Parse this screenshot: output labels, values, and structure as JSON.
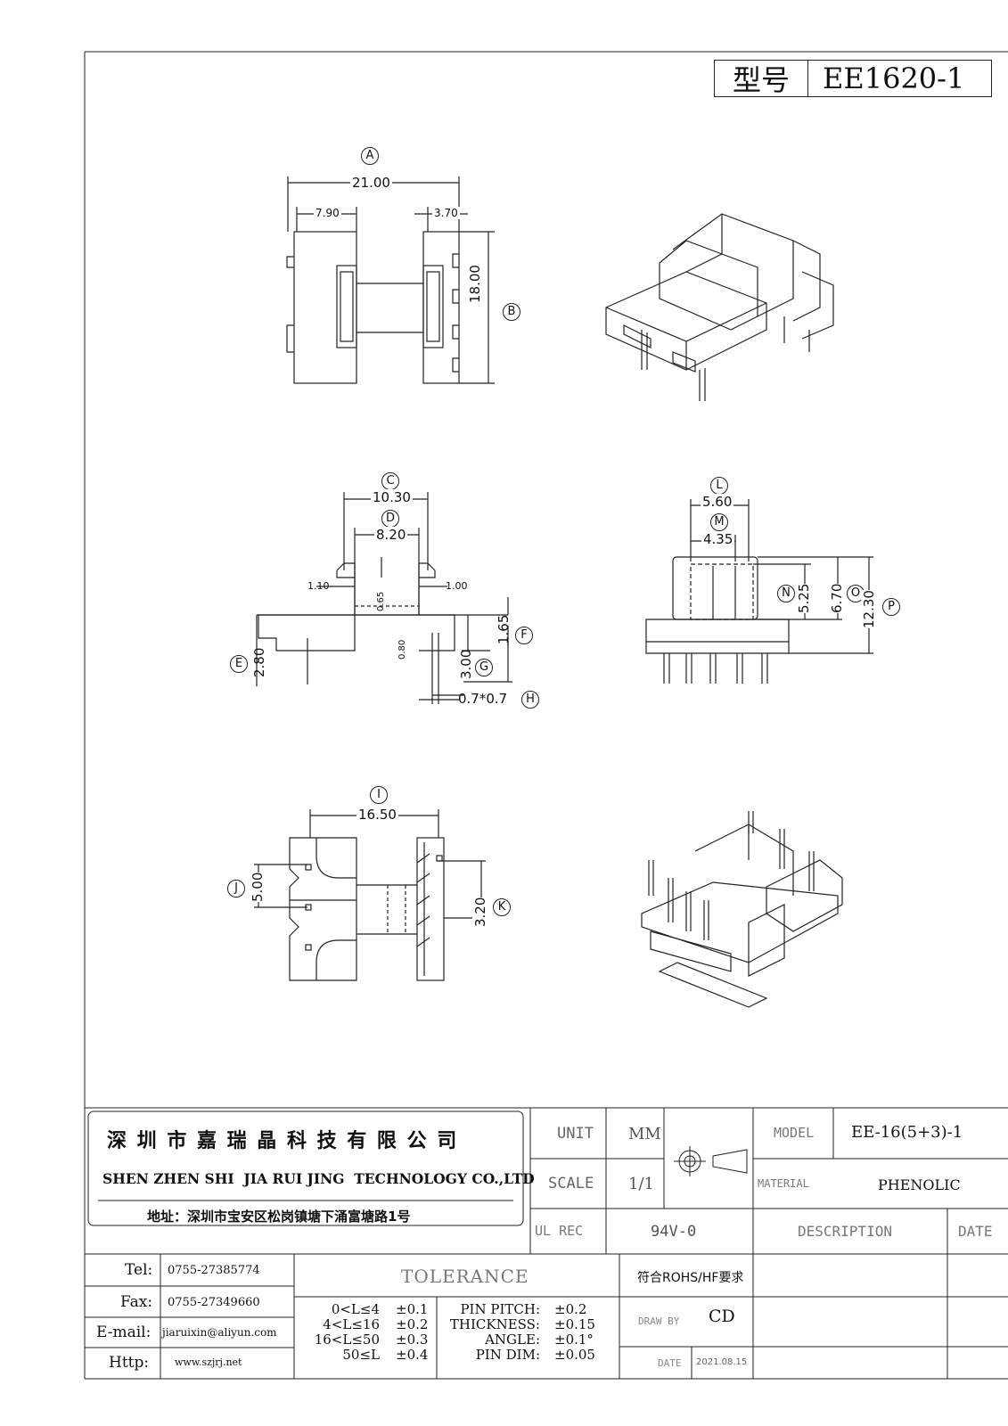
{
  "title_block": {
    "label": "型号",
    "model": "EE1620-1"
  },
  "views": {
    "top": {
      "A_letter": "A",
      "A": "21.00",
      "w1": "7.90",
      "w2": "3.70",
      "B_letter": "B",
      "B": "18.00"
    },
    "side": {
      "C_letter": "C",
      "C": "10.30",
      "D_letter": "D",
      "D": "8.20",
      "t_left": "1.10",
      "t_right": "1.00",
      "t_mid": "0.65",
      "t_low": "0.80",
      "E_letter": "E",
      "E": "2.80",
      "F_letter": "F",
      "F": "1.65",
      "G_letter": "G",
      "G": "3.00",
      "H_letter": "H",
      "H": "0.7*0.7"
    },
    "front": {
      "L_letter": "L",
      "L": "5.60",
      "M_letter": "M",
      "M": "4.35",
      "N_letter": "N",
      "N": "5.25",
      "O_letter": "O",
      "O": "6.70",
      "P_letter": "P",
      "P": "12.30"
    },
    "bottom": {
      "I_letter": "I",
      "I": "16.50",
      "J_letter": "J",
      "J": "5.00",
      "K_letter": "K",
      "K": "3.20"
    }
  },
  "company": {
    "name_cn": "深 圳 市 嘉 瑞 晶 科 技 有 限 公 司",
    "name_en": "SHEN ZHEN SHI  JIA RUI JING  TECHNOLOGY CO.,LTD",
    "address": "地址：深圳市宝安区松岗镇塘下涌富塘路1号"
  },
  "spec": {
    "unit_label": "UNIT",
    "unit_value": "MM",
    "scale_label": "SCALE",
    "scale_value": "1/1",
    "ul_label": "UL REC",
    "ul_value": "94V-0",
    "model_label": "MODEL",
    "model_value": "EE-16(5+3)-1",
    "material_label": "MATERIAL",
    "material_value": "PHENOLIC",
    "description_label": "DESCRIPTION",
    "date_label": "DATE"
  },
  "contact": {
    "tel_label": "Tel:",
    "tel": "0755-27385774",
    "fax_label": "Fax:",
    "fax": "0755-27349660",
    "email_label": "E-mail:",
    "email": "jiaruixin@aliyun.com",
    "http_label": "Http:",
    "http": "www.szjrj.net"
  },
  "tolerance": {
    "title": "TOLERANCE",
    "ranges": [
      {
        "range": "0<L≤4",
        "tol": "±0.1"
      },
      {
        "range": "4<L≤16",
        "tol": "±0.2"
      },
      {
        "range": "16<L≤50",
        "tol": "±0.3"
      },
      {
        "range": "50≤L",
        "tol": "±0.4"
      }
    ],
    "items": [
      {
        "name": "PIN PITCH:",
        "tol": "±0.2"
      },
      {
        "name": "THICKNESS:",
        "tol": "±0.15"
      },
      {
        "name": "ANGLE:",
        "tol": "±0.1°"
      },
      {
        "name": "PIN DIM:",
        "tol": "±0.05"
      }
    ]
  },
  "rohs": "符合ROHS/HF要求",
  "draw_by_label": "DRAW BY",
  "draw_by": "CD",
  "date_label2": "DATE",
  "date": "2021.08.15"
}
